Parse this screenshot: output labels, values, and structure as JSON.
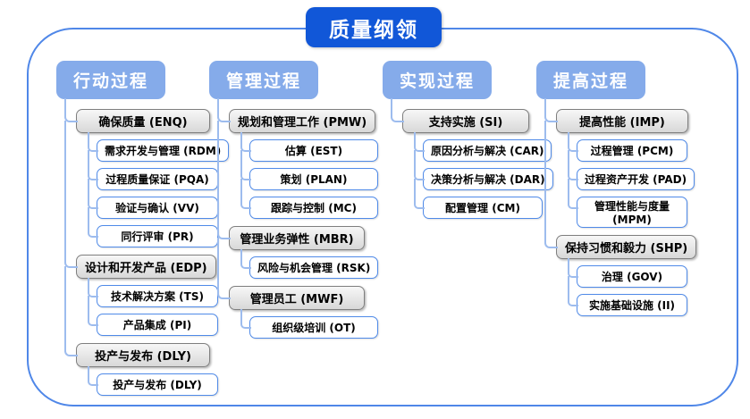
{
  "title": "质量纲领",
  "colors": {
    "title_bg": "#1157d8",
    "header_bg": "#85abea",
    "connector": "#9dbcee",
    "frame_border": "#4f87e8",
    "group_box_border": "#7f7f7f",
    "item_box_border": "#4f8ae8"
  },
  "columns": [
    {
      "id": "action",
      "header": "行动过程",
      "groups": [
        {
          "label": "确保质量 (ENQ)",
          "children": [
            "需求开发与管理 (RDM)",
            "过程质量保证 (PQA)",
            "验证与确认 (VV)",
            "同行评审 (PR)"
          ]
        },
        {
          "label": "设计和开发产品 (EDP)",
          "children": [
            "技术解决方案 (TS)",
            "产品集成 (PI)"
          ]
        },
        {
          "label": "投产与发布 (DLY)",
          "children": [
            "投产与发布 (DLY)"
          ]
        }
      ]
    },
    {
      "id": "management",
      "header": "管理过程",
      "groups": [
        {
          "label": "规划和管理工作 (PMW)",
          "children": [
            "估算 (EST)",
            "策划 (PLAN)",
            "跟踪与控制 (MC)"
          ]
        },
        {
          "label": "管理业务弹性 (MBR)",
          "children": [
            "风险与机会管理 (RSK)"
          ]
        },
        {
          "label": "管理员工 (MWF)",
          "children": [
            "组织级培训 (OT)"
          ]
        }
      ]
    },
    {
      "id": "implementation",
      "header": "实现过程",
      "groups": [
        {
          "label": "支持实施 (SI)",
          "children": [
            "原因分析与解决 (CAR)",
            "决策分析与解决 (DAR)",
            "配置管理 (CM)"
          ]
        }
      ]
    },
    {
      "id": "improvement",
      "header": "提高过程",
      "groups": [
        {
          "label": "提高性能 (IMP)",
          "children": [
            "过程管理 (PCM)",
            "过程资产开发 (PAD)",
            "管理性能与度量\n(MPM)"
          ]
        },
        {
          "label": "保持习惯和毅力 (SHP)",
          "children": [
            "治理 (GOV)",
            "实施基础设施 (II)"
          ]
        }
      ]
    }
  ]
}
